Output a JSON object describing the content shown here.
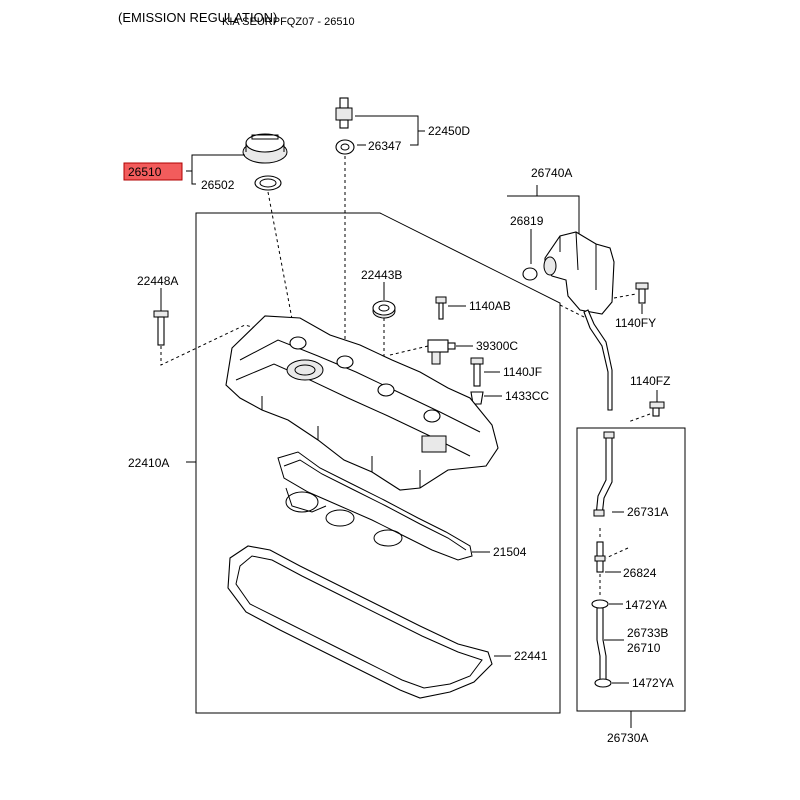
{
  "header": {
    "section": "(EMISSION REGULATION)",
    "subtitle": "KIA SEURPFQZ07 - 26510"
  },
  "highlight": {
    "part": "26510",
    "color": "#f25c5c"
  },
  "labels": {
    "p22450D": "22450D",
    "p26347": "26347",
    "p26510": "26510",
    "p26502": "26502",
    "p26740A": "26740A",
    "p26819": "26819",
    "p22448A": "22448A",
    "p22443B": "22443B",
    "p1140AB": "1140AB",
    "p39300C": "39300C",
    "p1140JF": "1140JF",
    "p1433CC": "1433CC",
    "p1140FY": "1140FY",
    "p1140FZ": "1140FZ",
    "p22410A": "22410A",
    "p26731A": "26731A",
    "p21504": "21504",
    "p26824": "26824",
    "p1472YA_top": "1472YA",
    "p26733B": "26733B",
    "p26710": "26710",
    "p22441": "22441",
    "p1472YA_bottom": "1472YA",
    "p26730A": "26730A"
  }
}
